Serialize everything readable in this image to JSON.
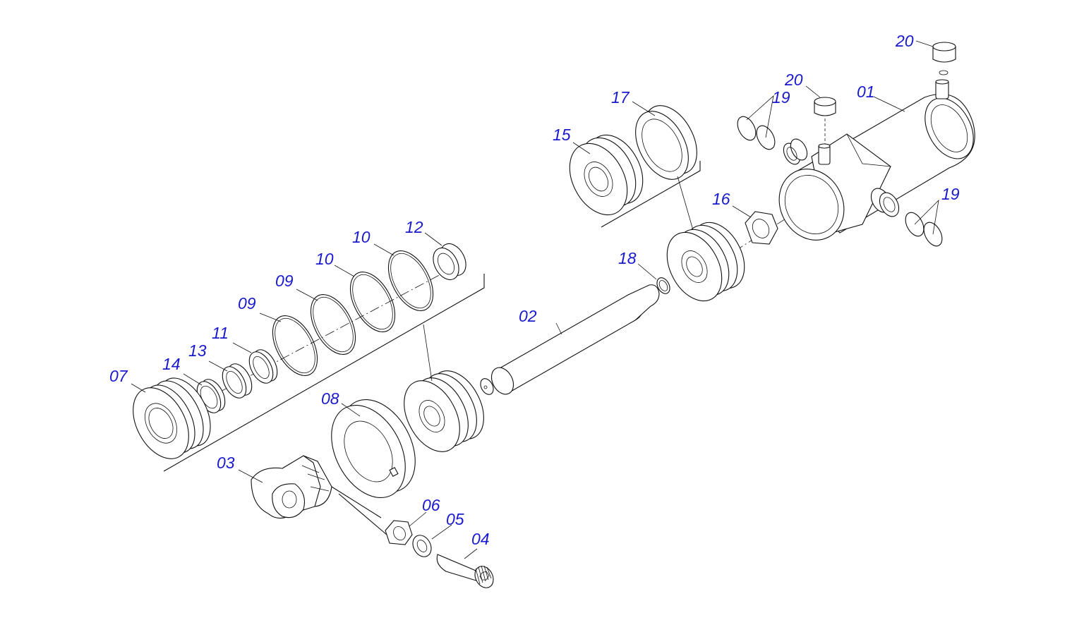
{
  "diagram": {
    "type": "exploded-view",
    "background": "#ffffff",
    "label_color": "#1a1acd",
    "labels": {
      "p01": "01",
      "p02": "02",
      "p03": "03",
      "p04": "04",
      "p05": "05",
      "p06": "06",
      "p07": "07",
      "p08": "08",
      "p09a": "09",
      "p09b": "09",
      "p10a": "10",
      "p10b": "10",
      "p11": "11",
      "p12": "12",
      "p13": "13",
      "p14": "14",
      "p15": "15",
      "p16": "16",
      "p17": "17",
      "p18": "18",
      "p19a": "19",
      "p19b": "19",
      "p20a": "20",
      "p20b": "20"
    }
  }
}
